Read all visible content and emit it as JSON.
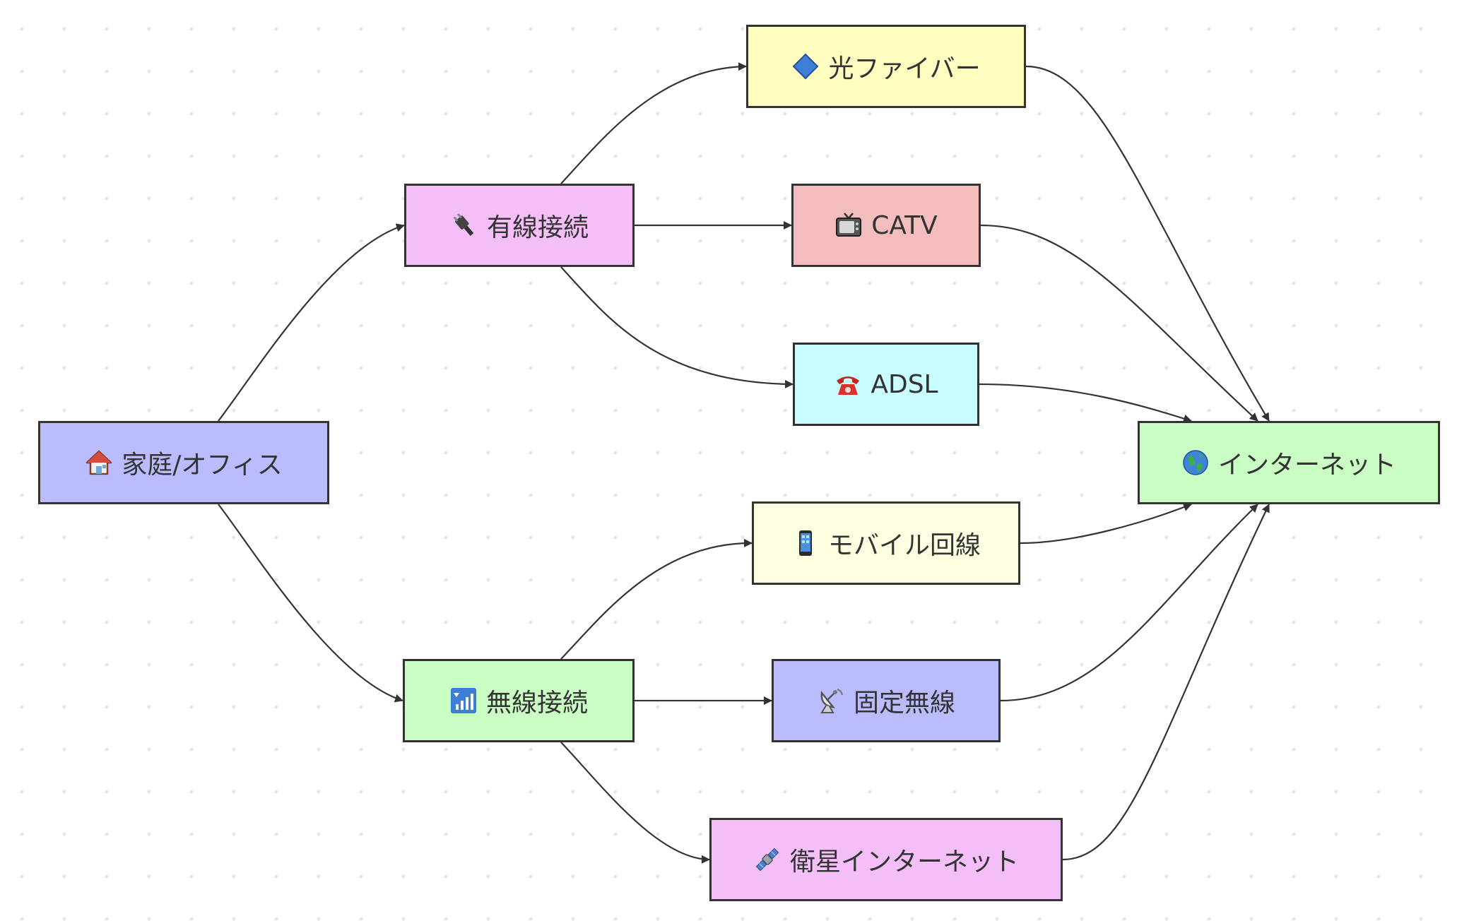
{
  "diagram": {
    "type": "flowchart",
    "nodes": {
      "home": {
        "label": "家庭/オフィス",
        "icon": "house-icon",
        "fill": "#babcff"
      },
      "wired": {
        "label": "有線接続",
        "icon": "plug-icon",
        "fill": "#f4bff8"
      },
      "wireless": {
        "label": "無線接続",
        "icon": "signal-bars-icon",
        "fill": "#c9fdc3"
      },
      "fiber": {
        "label": "光ファイバー",
        "icon": "diamond-icon",
        "fill": "#fffdbf"
      },
      "catv": {
        "label": "CATV",
        "icon": "television-icon",
        "fill": "#f4bdbd"
      },
      "adsl": {
        "label": "ADSL",
        "icon": "telephone-icon",
        "fill": "#c9fdff"
      },
      "mobile": {
        "label": "モバイル回線",
        "icon": "mobile-phone-icon",
        "fill": "#fefee0"
      },
      "fixed": {
        "label": "固定無線",
        "icon": "satellite-antenna-icon",
        "fill": "#babcff"
      },
      "satellite": {
        "label": "衛星インターネット",
        "icon": "satellite-icon",
        "fill": "#f4bff8"
      },
      "internet": {
        "label": "インターネット",
        "icon": "globe-icon",
        "fill": "#c9fdc3"
      }
    },
    "edges": [
      {
        "from": "home",
        "to": "wired"
      },
      {
        "from": "home",
        "to": "wireless"
      },
      {
        "from": "wired",
        "to": "fiber"
      },
      {
        "from": "wired",
        "to": "catv"
      },
      {
        "from": "wired",
        "to": "adsl"
      },
      {
        "from": "wireless",
        "to": "mobile"
      },
      {
        "from": "wireless",
        "to": "fixed"
      },
      {
        "from": "wireless",
        "to": "satellite"
      },
      {
        "from": "fiber",
        "to": "internet"
      },
      {
        "from": "catv",
        "to": "internet"
      },
      {
        "from": "adsl",
        "to": "internet"
      },
      {
        "from": "mobile",
        "to": "internet"
      },
      {
        "from": "fixed",
        "to": "internet"
      },
      {
        "from": "satellite",
        "to": "internet"
      }
    ],
    "edge_color": "#333333"
  }
}
